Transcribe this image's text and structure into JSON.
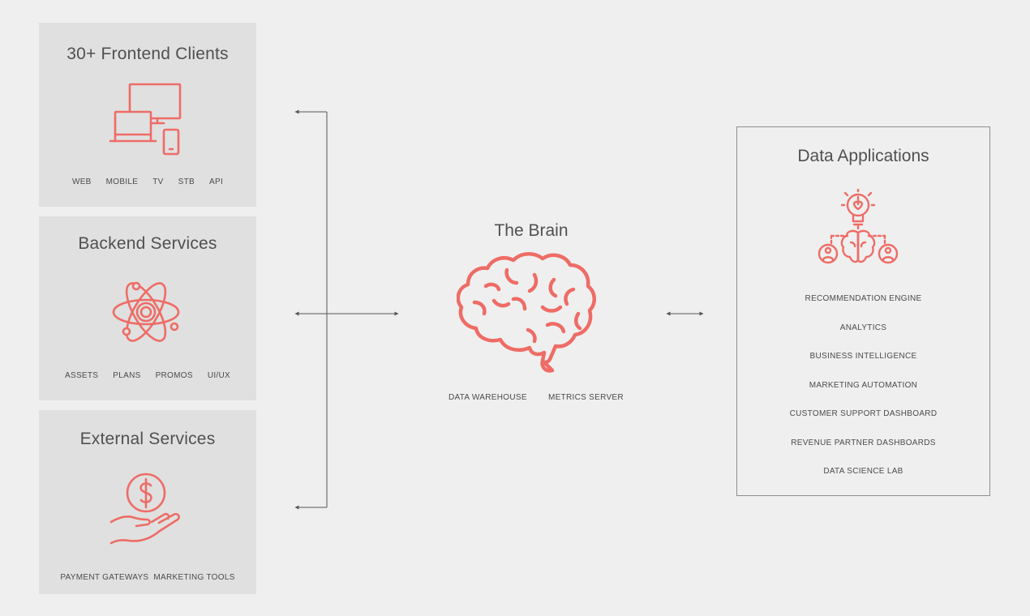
{
  "frontend": {
    "title": "30+ Frontend Clients",
    "icon": "devices-icon",
    "tags": [
      "WEB",
      "MOBILE",
      "TV",
      "STB",
      "API"
    ]
  },
  "backend": {
    "title": "Backend Services",
    "icon": "atom-icon",
    "tags": [
      "ASSETS",
      "PLANS",
      "PROMOS",
      "UI/UX"
    ]
  },
  "external": {
    "title": "External Services",
    "icon": "hand-coin-icon",
    "tags": [
      "PAYMENT GATEWAYS",
      "MARKETING TOOLS"
    ]
  },
  "brain": {
    "title": "The Brain",
    "icon": "brain-icon",
    "labels": [
      "DATA WAREHOUSE",
      "METRICS SERVER"
    ]
  },
  "apps": {
    "title": "Data Applications",
    "icon": "idea-brain-network-icon",
    "items": [
      "RECOMMENDATION ENGINE",
      "ANALYTICS",
      "BUSINESS INTELLIGENCE",
      "MARKETING AUTOMATION",
      "CUSTOMER SUPPORT DASHBOARD",
      "REVENUE PARTNER DASHBOARDS",
      "DATA SCIENCE LAB"
    ]
  },
  "colors": {
    "accent": "#ee6c66",
    "panel": "#e0e0e0",
    "background": "#efefef",
    "line": "#555555"
  }
}
